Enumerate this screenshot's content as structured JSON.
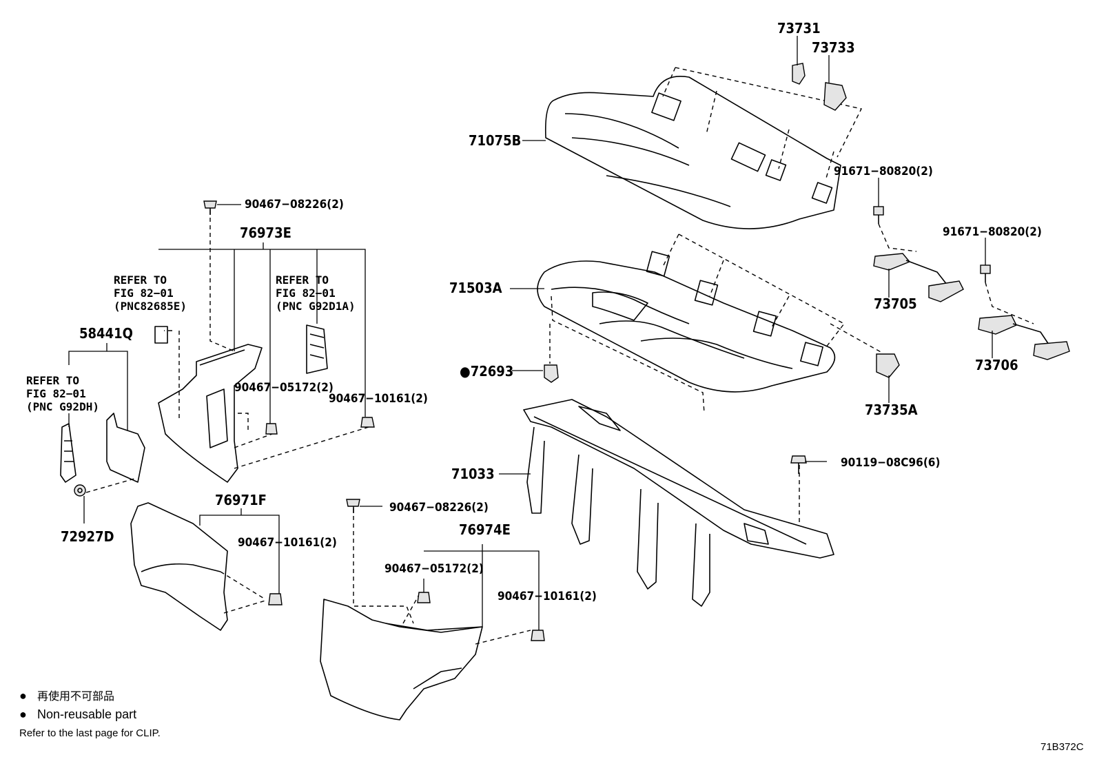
{
  "diagram": {
    "id_code": "71B372C",
    "legend": {
      "bullet": "●",
      "line_jp": "再使用不可部品",
      "line_en": "Non-reusable part",
      "note": "Refer to the last page for CLIP."
    },
    "labels": {
      "p73731": "73731",
      "p73733": "73733",
      "p71075B": "71075B",
      "p91671_a": "91671−80820(2)",
      "p91671_b": "91671−80820(2)",
      "p71503A": "71503A",
      "p73705": "73705",
      "p73706": "73706",
      "p72693": "●72693",
      "p73735A": "73735A",
      "p90467_08226_top": "90467−08226(2)",
      "p76973E": "76973E",
      "ref1_l1": "REFER TO",
      "ref1_l2": "FIG 82−01",
      "ref1_l3": "(PNC82685E)",
      "ref2_l1": "REFER TO",
      "ref2_l2": "FIG 82−01",
      "ref2_l3": "(PNC G92D1A)",
      "p58441Q": "58441Q",
      "ref3_l1": "REFER TO",
      "ref3_l2": "FIG 82−01",
      "ref3_l3": "(PNC G92DH)",
      "p90467_05172_top": "90467−05172(2)",
      "p90467_10161_top": "90467−10161(2)",
      "p71033": "71033",
      "p90119": "90119−08C96(6)",
      "p76971F": "76971F",
      "p72927D": "72927D",
      "p90467_10161_mid": "90467−10161(2)",
      "p90467_08226_bot": "90467−08226(2)",
      "p76974E": "76974E",
      "p90467_05172_bot": "90467−05172(2)",
      "p90467_10161_bot": "90467−10161(2)"
    }
  }
}
